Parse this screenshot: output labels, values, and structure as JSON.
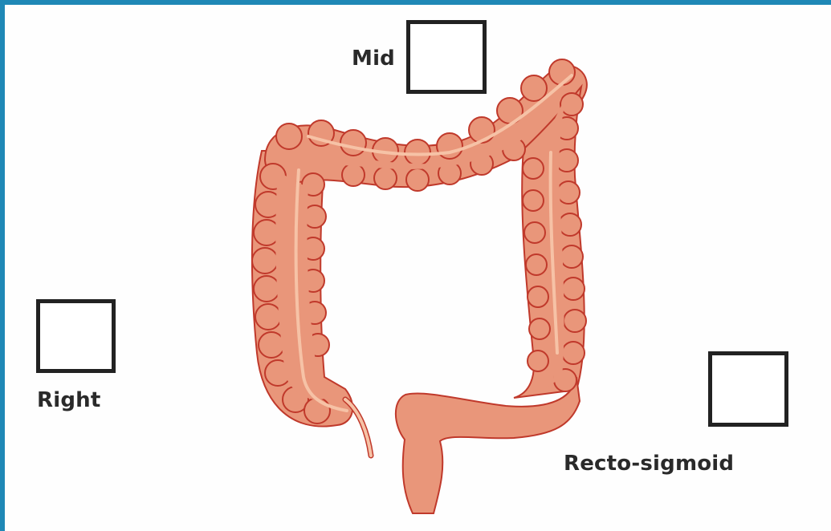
{
  "regions": {
    "mid": {
      "label": "Mid"
    },
    "right": {
      "label": "Right"
    },
    "recto_sigmoid": {
      "label": "Recto-sigmoid"
    }
  },
  "colors": {
    "frame": "#1f88b6",
    "colon_fill": "#e9967a",
    "colon_outline": "#c0392b",
    "taenia": "#f6c2a6",
    "box_border": "#222222"
  }
}
